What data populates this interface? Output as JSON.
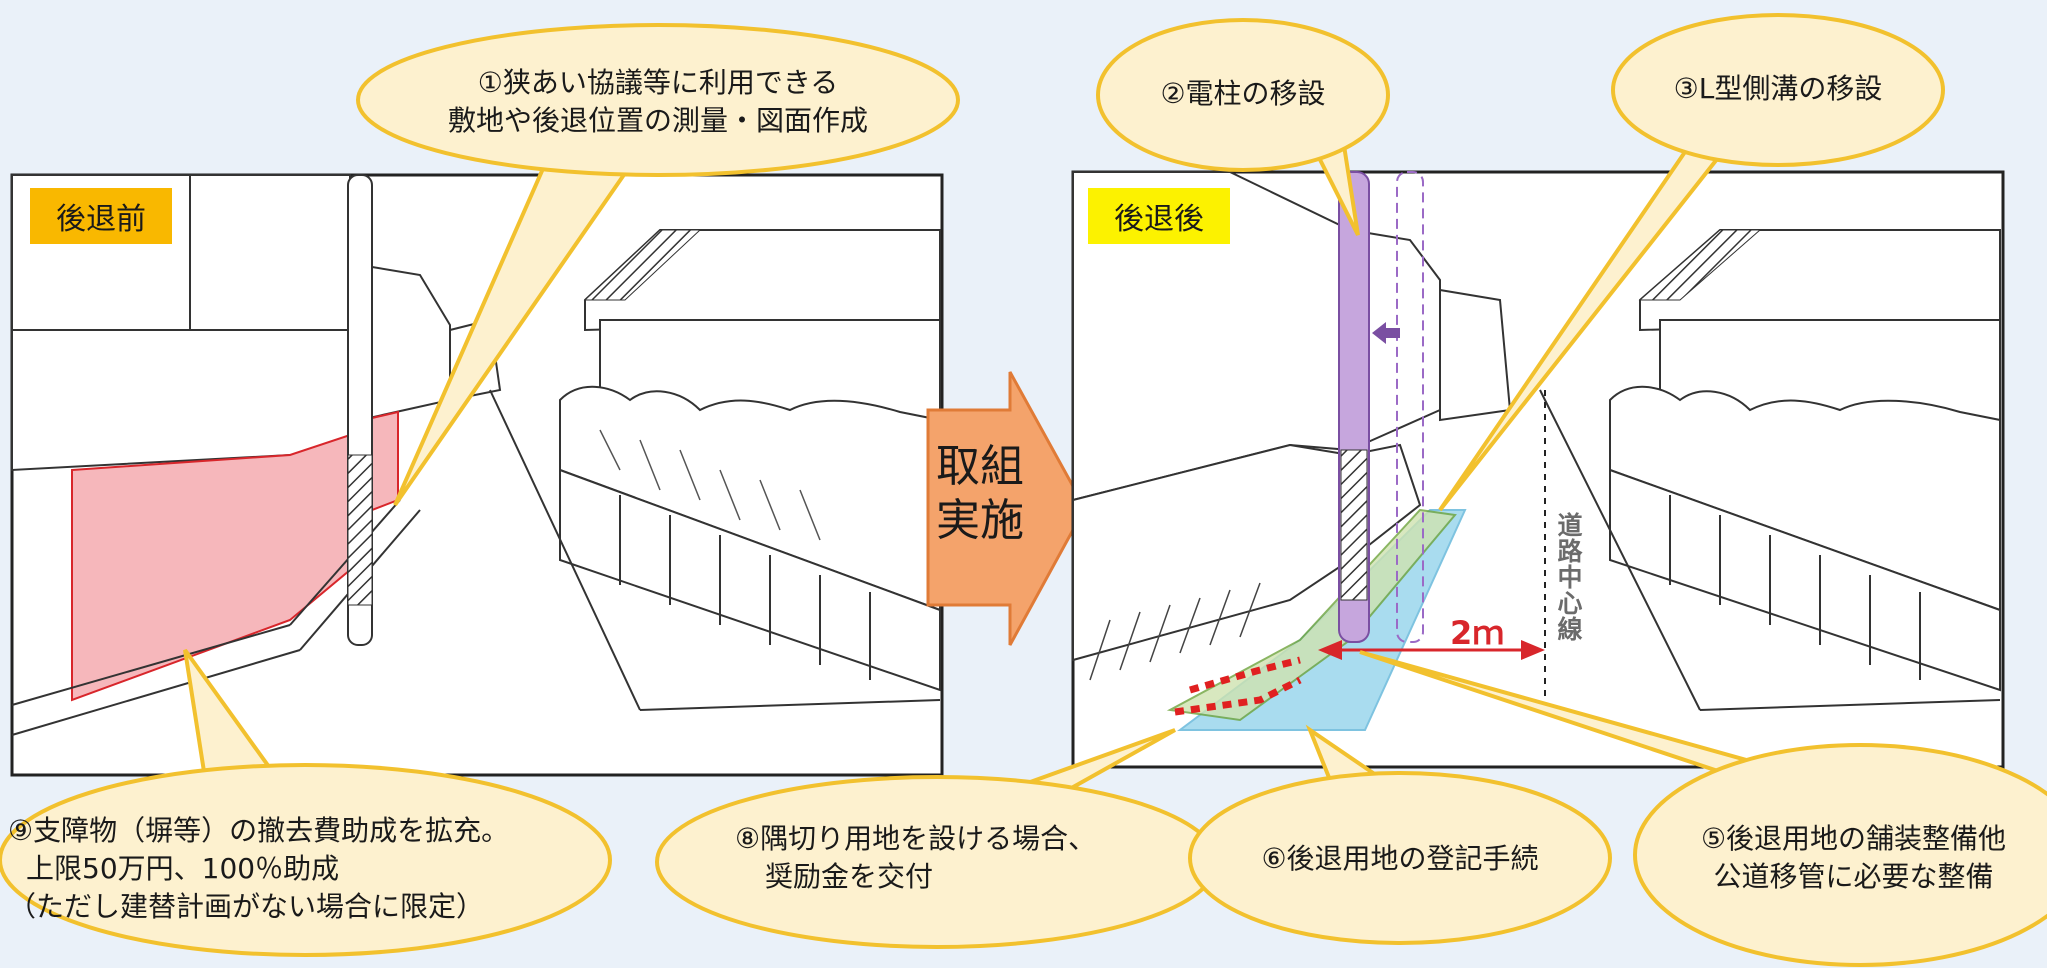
{
  "before_panel": {
    "tag": "後退前",
    "tag_color": "#f9b800"
  },
  "after_panel": {
    "tag": "後退後",
    "tag_color": "#fcf200",
    "centerline_label": "道路中心線",
    "distance_label": "2ｍ"
  },
  "center_arrow": {
    "line1": "取組",
    "line2": "実施",
    "color": "#f4a36b"
  },
  "callouts": {
    "c1": {
      "line1": "①狭あい協議等に利用できる",
      "line2": "敷地や後退位置の測量・図面作成"
    },
    "c2": {
      "text": "②電柱の移設"
    },
    "c3": {
      "text": "③L型側溝の移設"
    },
    "c5": {
      "line1": "⑤後退用地の舗装整備他",
      "line2": "公道移管に必要な整備"
    },
    "c6": {
      "text": "⑥後退用地の登記手続"
    },
    "c8": {
      "line1": "⑧隅切り用地を設ける場合、",
      "line2": "奨励金を交付"
    },
    "c9": {
      "line1": "⑨支障物（塀等）の撤去費助成を拡充。",
      "line2": "上限50万円、100％助成",
      "line3": "（ただし建替計画がない場合に限定）"
    }
  },
  "colors": {
    "callout_fill": "#fdf1cf",
    "callout_stroke": "#f2c12e",
    "removed_wall": "#f6b7bb",
    "setback_area": "#a9dcef",
    "curb_area": "#cfe3b0",
    "pole_moved": "#c6a6dd",
    "distance_arrow": "#d8262b"
  }
}
